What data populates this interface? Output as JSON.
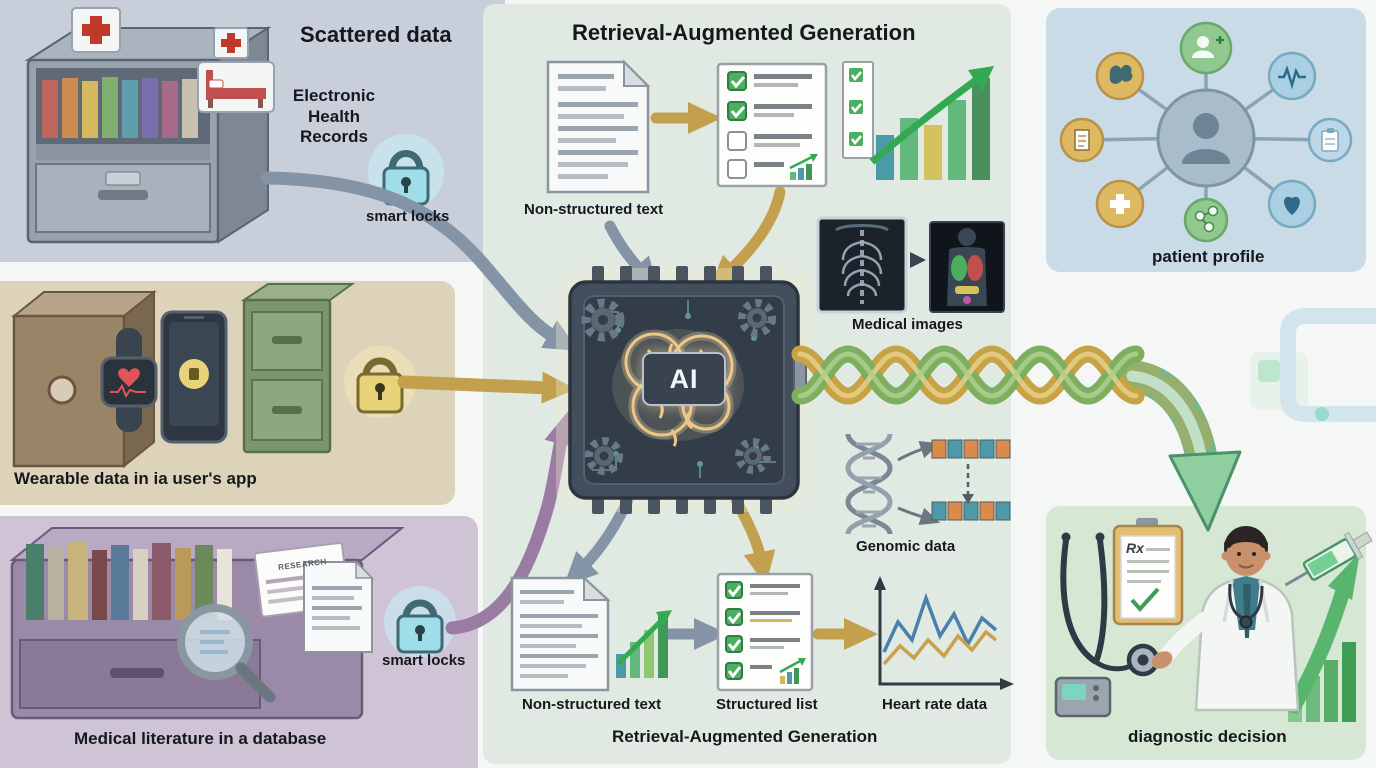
{
  "left": {
    "scattered_title": "Scattered data",
    "ehr_label": "Electronic Health Records",
    "smart_locks_top": "smart locks",
    "wearable_caption": "Wearable data in ia user's app",
    "research_tag": "RESEARCH",
    "smart_locks_bottom": "smart locks",
    "literature_caption": "Medical literature in a database"
  },
  "center": {
    "title_top": "Retrieval-Augmented Generation",
    "nonstructured_top_label": "Non-structured text",
    "medical_images_label": "Medical images",
    "ai_chip_label": "AI",
    "genomic_label": "Genomic data",
    "nonstructured_bottom_label": "Non-structured text",
    "structured_list_label": "Structured list",
    "heart_rate_label": "Heart rate data",
    "title_bottom": "Retrieval-Augmented Generation"
  },
  "right": {
    "patient_profile_label": "patient profile",
    "rx_label": "Rx",
    "diagnostic_label": "diagnostic decision"
  },
  "colors": {
    "panel_scattered": "#c9cfda",
    "panel_wearable": "#ddd3ba",
    "panel_literature": "#cfc4d6",
    "panel_center": "#e0eae2",
    "panel_profile": "#c8dbe6",
    "panel_diagnostic": "#d6e7d3",
    "arrow_slate": "#8494a6",
    "arrow_gold": "#c2a04e",
    "arrow_purple": "#9a7ba2",
    "accent_green": "#3fae6a",
    "lock_teal": "#9fdde8",
    "lock_gold": "#e8d27a",
    "chip_dark": "#3c4654",
    "brain_glow": "#f0cd8e"
  }
}
